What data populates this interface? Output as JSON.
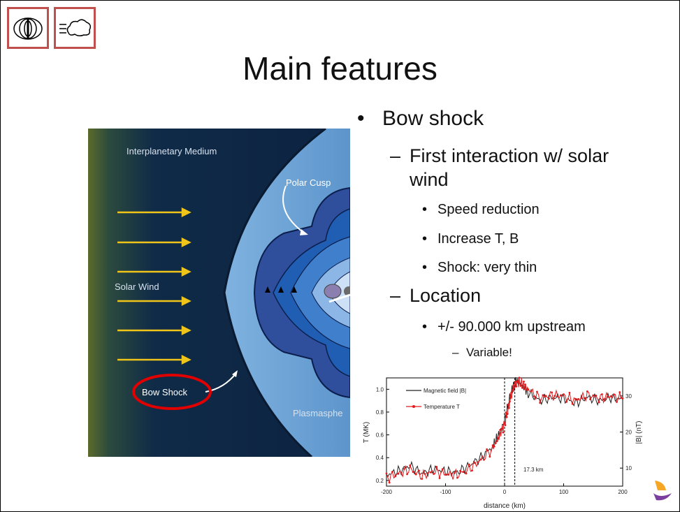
{
  "nav": {
    "icon1": "magnetic-field-icon",
    "icon2": "solar-wind-icon"
  },
  "slide": {
    "title": "Main features"
  },
  "bullets": {
    "b1": "Bow shock",
    "b1_sub1": "First interaction w/ solar wind",
    "b1_sub1_items": [
      "Speed reduction",
      "Increase T, B",
      "Shock: very thin"
    ],
    "b1_sub2": "Location",
    "b1_sub2_item": "+/- 90.000 km upstream",
    "b1_sub2_note": "Variable!"
  },
  "diagram": {
    "labels": {
      "interplanetary": "Interplanetary Medium",
      "polar_cusp": "Polar Cusp",
      "solar_wind": "Solar Wind",
      "bow_shock": "Bow Shock",
      "plasmasphere": "Plasmasphe"
    }
  },
  "chart_data": {
    "type": "line",
    "xlabel": "distance (km)",
    "ylabel_left": "T (MK)",
    "ylabel_right": "|B| (nT)",
    "xlim": [
      -200,
      200
    ],
    "xticks": [
      "-200",
      "-100",
      "0",
      "100",
      "200"
    ],
    "ylim_left": [
      0.15,
      1.1
    ],
    "yticks_left": [
      "0.2",
      "0.4",
      "0.6",
      "0.8",
      "1.0"
    ],
    "yticks_right": [
      "10",
      "20",
      "30"
    ],
    "legend": [
      "Magnetic field |B|",
      "Temperature T"
    ],
    "annotation": "17.3 km",
    "vlines": [
      0,
      17.3
    ],
    "series": [
      {
        "name": "Magnetic field |B|",
        "color": "#222222",
        "x": [
          -200,
          -180,
          -160,
          -140,
          -120,
          -100,
          -80,
          -60,
          -40,
          -20,
          -10,
          0,
          5,
          10,
          15,
          20,
          30,
          40,
          60,
          80,
          100,
          120,
          140,
          160,
          180,
          200
        ],
        "y": [
          0.25,
          0.28,
          0.33,
          0.26,
          0.3,
          0.28,
          0.27,
          0.33,
          0.4,
          0.5,
          0.6,
          0.72,
          0.84,
          0.95,
          1.04,
          1.08,
          1.03,
          0.97,
          0.9,
          0.93,
          0.92,
          0.88,
          0.93,
          0.9,
          0.93,
          0.91
        ]
      },
      {
        "name": "Temperature T",
        "color": "#e31a1c",
        "x": [
          -200,
          -180,
          -160,
          -140,
          -120,
          -100,
          -80,
          -60,
          -40,
          -20,
          -10,
          0,
          5,
          10,
          15,
          20,
          30,
          40,
          60,
          80,
          100,
          120,
          140,
          160,
          180,
          200
        ],
        "y": [
          0.22,
          0.26,
          0.3,
          0.24,
          0.28,
          0.26,
          0.25,
          0.3,
          0.38,
          0.48,
          0.58,
          0.7,
          0.8,
          0.92,
          1.02,
          1.06,
          1.05,
          1.0,
          0.92,
          0.95,
          0.94,
          0.9,
          0.95,
          0.92,
          0.94,
          0.92
        ]
      }
    ]
  }
}
